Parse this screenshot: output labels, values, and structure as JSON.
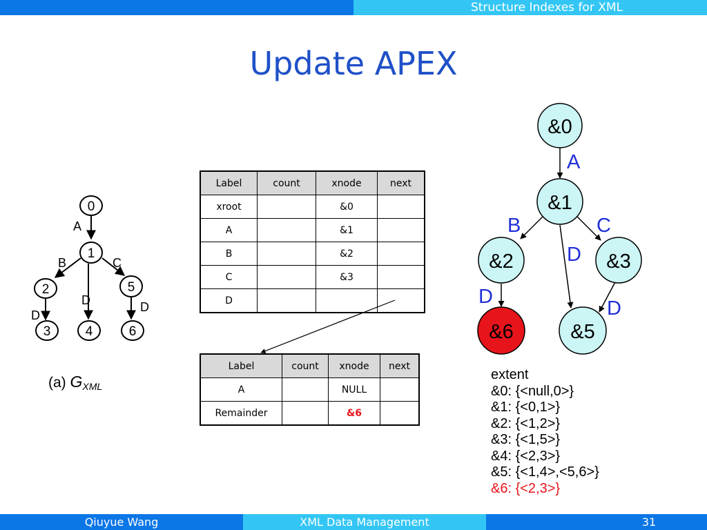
{
  "header": {
    "title": "Structure Indexes for XML"
  },
  "slide": {
    "title": "Update APEX"
  },
  "gxml": {
    "nodes": [
      "0",
      "1",
      "2",
      "3",
      "4",
      "5",
      "6"
    ],
    "edges": [
      "A",
      "B",
      "C",
      "D",
      "D",
      "D"
    ],
    "caption_prefix": "(a)",
    "caption_symbol": "G",
    "caption_subscript": "XML"
  },
  "table1": {
    "headers": [
      "Label",
      "count",
      "xnode",
      "next"
    ],
    "rows": [
      {
        "label": "xroot",
        "count": "",
        "xnode": "&0",
        "next": ""
      },
      {
        "label": "A",
        "count": "",
        "xnode": "&1",
        "next": ""
      },
      {
        "label": "B",
        "count": "",
        "xnode": "&2",
        "next": ""
      },
      {
        "label": "C",
        "count": "",
        "xnode": "&3",
        "next": ""
      },
      {
        "label": "D",
        "count": "",
        "xnode": "",
        "next": ""
      }
    ]
  },
  "table2": {
    "headers": [
      "Label",
      "count",
      "xnode",
      "next"
    ],
    "rows": [
      {
        "label": "A",
        "count": "",
        "xnode": "NULL",
        "next": ""
      },
      {
        "label": "Remainder",
        "count": "",
        "xnode": "&6",
        "next": ""
      }
    ]
  },
  "apex": {
    "nodes": [
      "&0",
      "&1",
      "&2",
      "&3",
      "&6",
      "&5"
    ],
    "edges": [
      "A",
      "B",
      "C",
      "D",
      "D",
      "D"
    ],
    "highlight_color": "#e8141b",
    "node_color": "#ccf5f5"
  },
  "extent": {
    "title": "extent",
    "lines": [
      {
        "prefix": "&0: ",
        "value": "{<null,0>}"
      },
      {
        "prefix": "&1: ",
        "value": "{<0,1>}"
      },
      {
        "prefix": "&2: ",
        "value": "{<1,2>}"
      },
      {
        "prefix": "&3: ",
        "value": "{<1,5>}"
      },
      {
        "prefix": "&4: ",
        "value": "{<2,3>}"
      },
      {
        "prefix": "&5: ",
        "value": "{<1,4>,<5,6>}"
      }
    ],
    "highlight_line": "&6: {<2,3>}"
  },
  "footer": {
    "author": "Qiuyue Wang",
    "course": "XML Data Management",
    "page": "31"
  },
  "colors": {
    "primary_blue": "#0b76e6",
    "light_blue": "#33c6f4",
    "title_blue": "#1f50c8",
    "edge_label_blue": "#1f2fd6"
  }
}
